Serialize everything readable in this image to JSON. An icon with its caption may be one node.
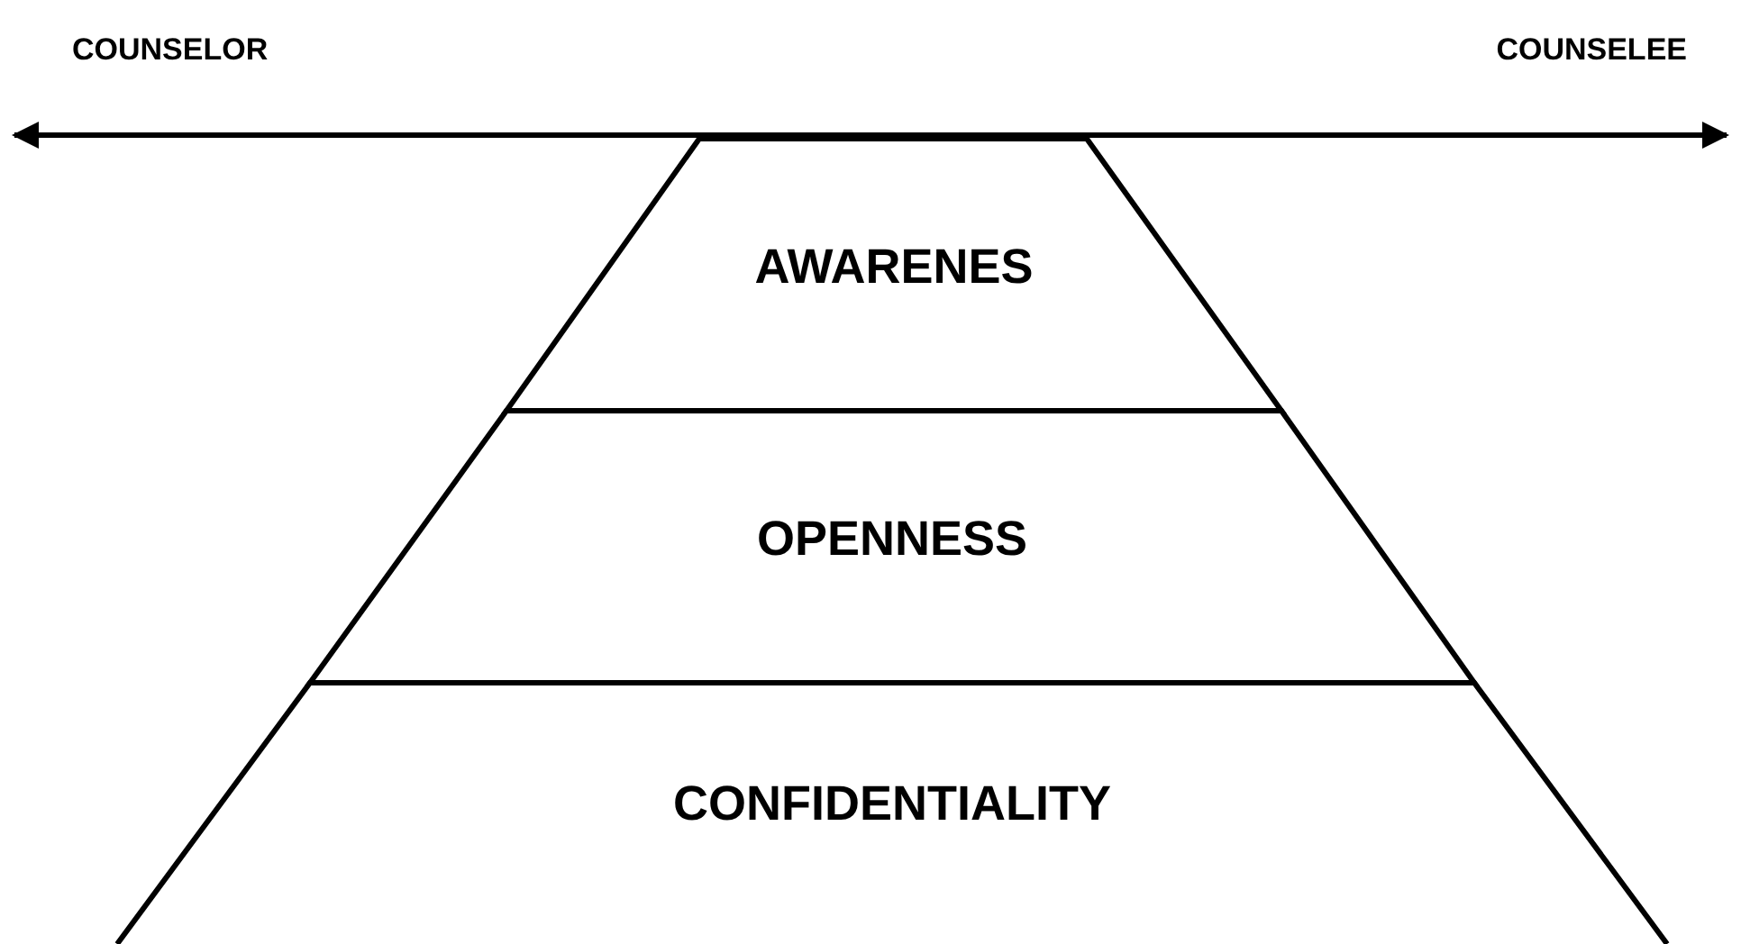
{
  "diagram": {
    "nodes": [
      {
        "text": [
          "AWARENES"
        ]
      },
      {
        "text": [
          "OPENNESS"
        ]
      },
      {
        "text": [
          "CONFIDENTIALITY"
        ]
      }
    ],
    "edges": [],
    "labels": [
      "COUNSELOR",
      "COUNSELEE"
    ]
  }
}
